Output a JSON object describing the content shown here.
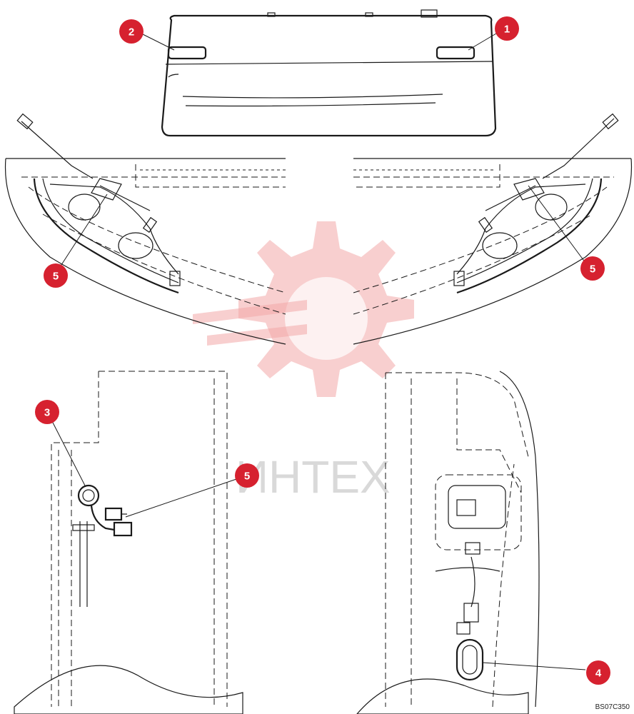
{
  "watermark": {
    "text": "ИНТЕХ"
  },
  "figure_code": "BS07C350",
  "callouts": [
    {
      "id": "1",
      "label": "1"
    },
    {
      "id": "2",
      "label": "2"
    },
    {
      "id": "5a",
      "label": "5"
    },
    {
      "id": "5b",
      "label": "5"
    },
    {
      "id": "3",
      "label": "3"
    },
    {
      "id": "5c",
      "label": "5"
    },
    {
      "id": "4",
      "label": "4"
    }
  ],
  "colors": {
    "callout": "#d6212f",
    "line": "#1a1a1a",
    "watermark": "#f2a8a8"
  }
}
